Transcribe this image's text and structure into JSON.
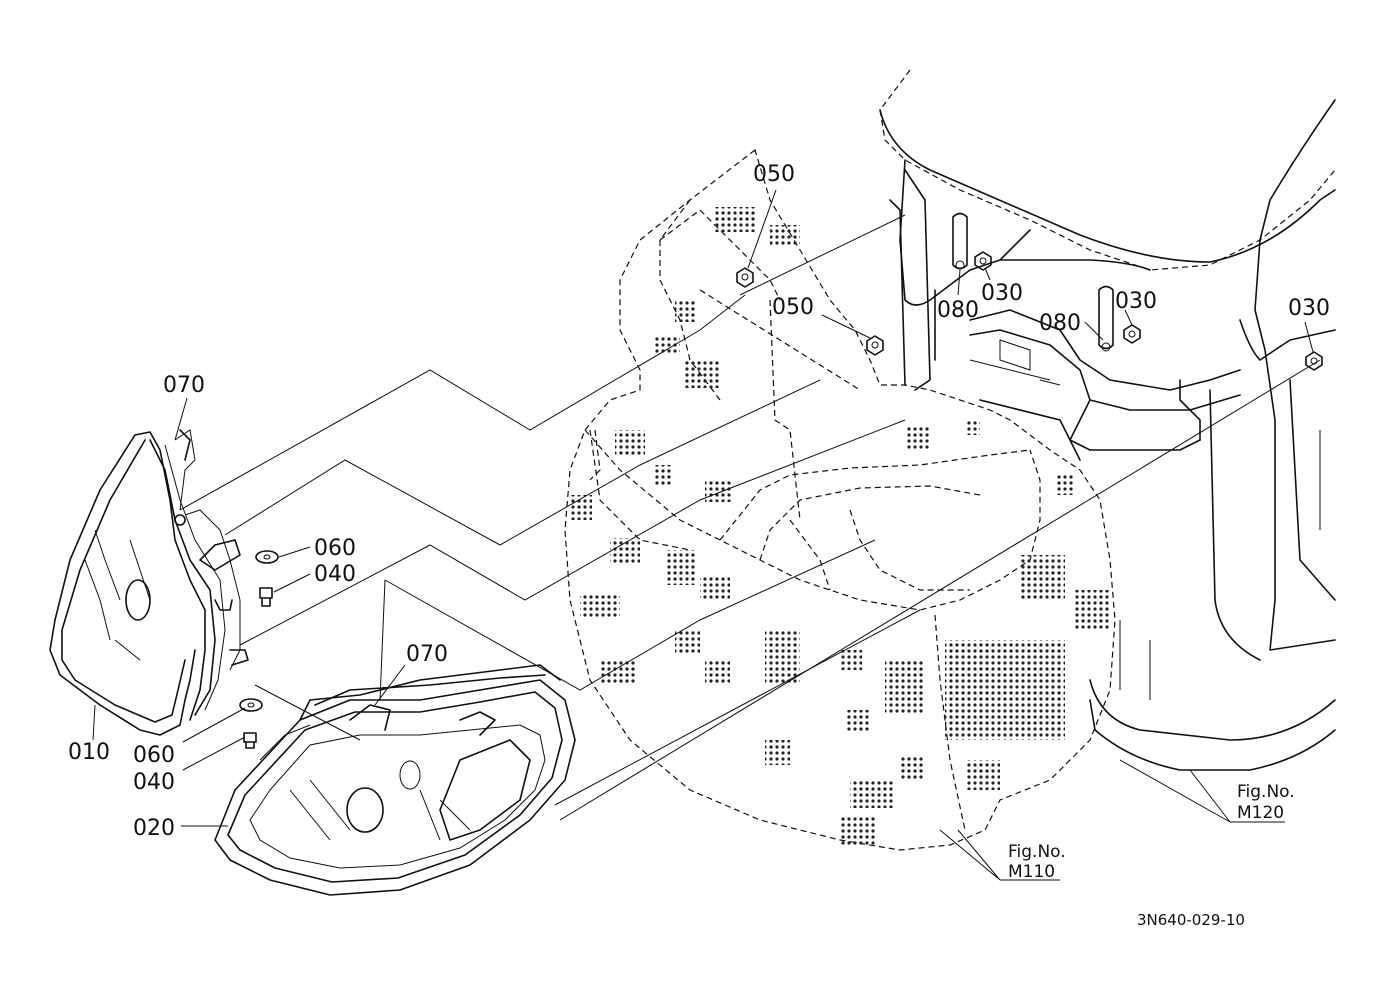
{
  "callouts": {
    "p010": "010",
    "p020": "020",
    "p030a": "030",
    "p030b": "030",
    "p030c": "030",
    "p040a": "040",
    "p040b": "040",
    "p050a": "050",
    "p050b": "050",
    "p060a": "060",
    "p060b": "060",
    "p070a": "070",
    "p070b": "070",
    "p080a": "080",
    "p080b": "080"
  },
  "figure_refs": {
    "m110_label": "Fig.No.",
    "m110_code": "M110",
    "m120_label": "Fig.No.",
    "m120_code": "M120"
  },
  "drawing_code": "3N640-029-10"
}
